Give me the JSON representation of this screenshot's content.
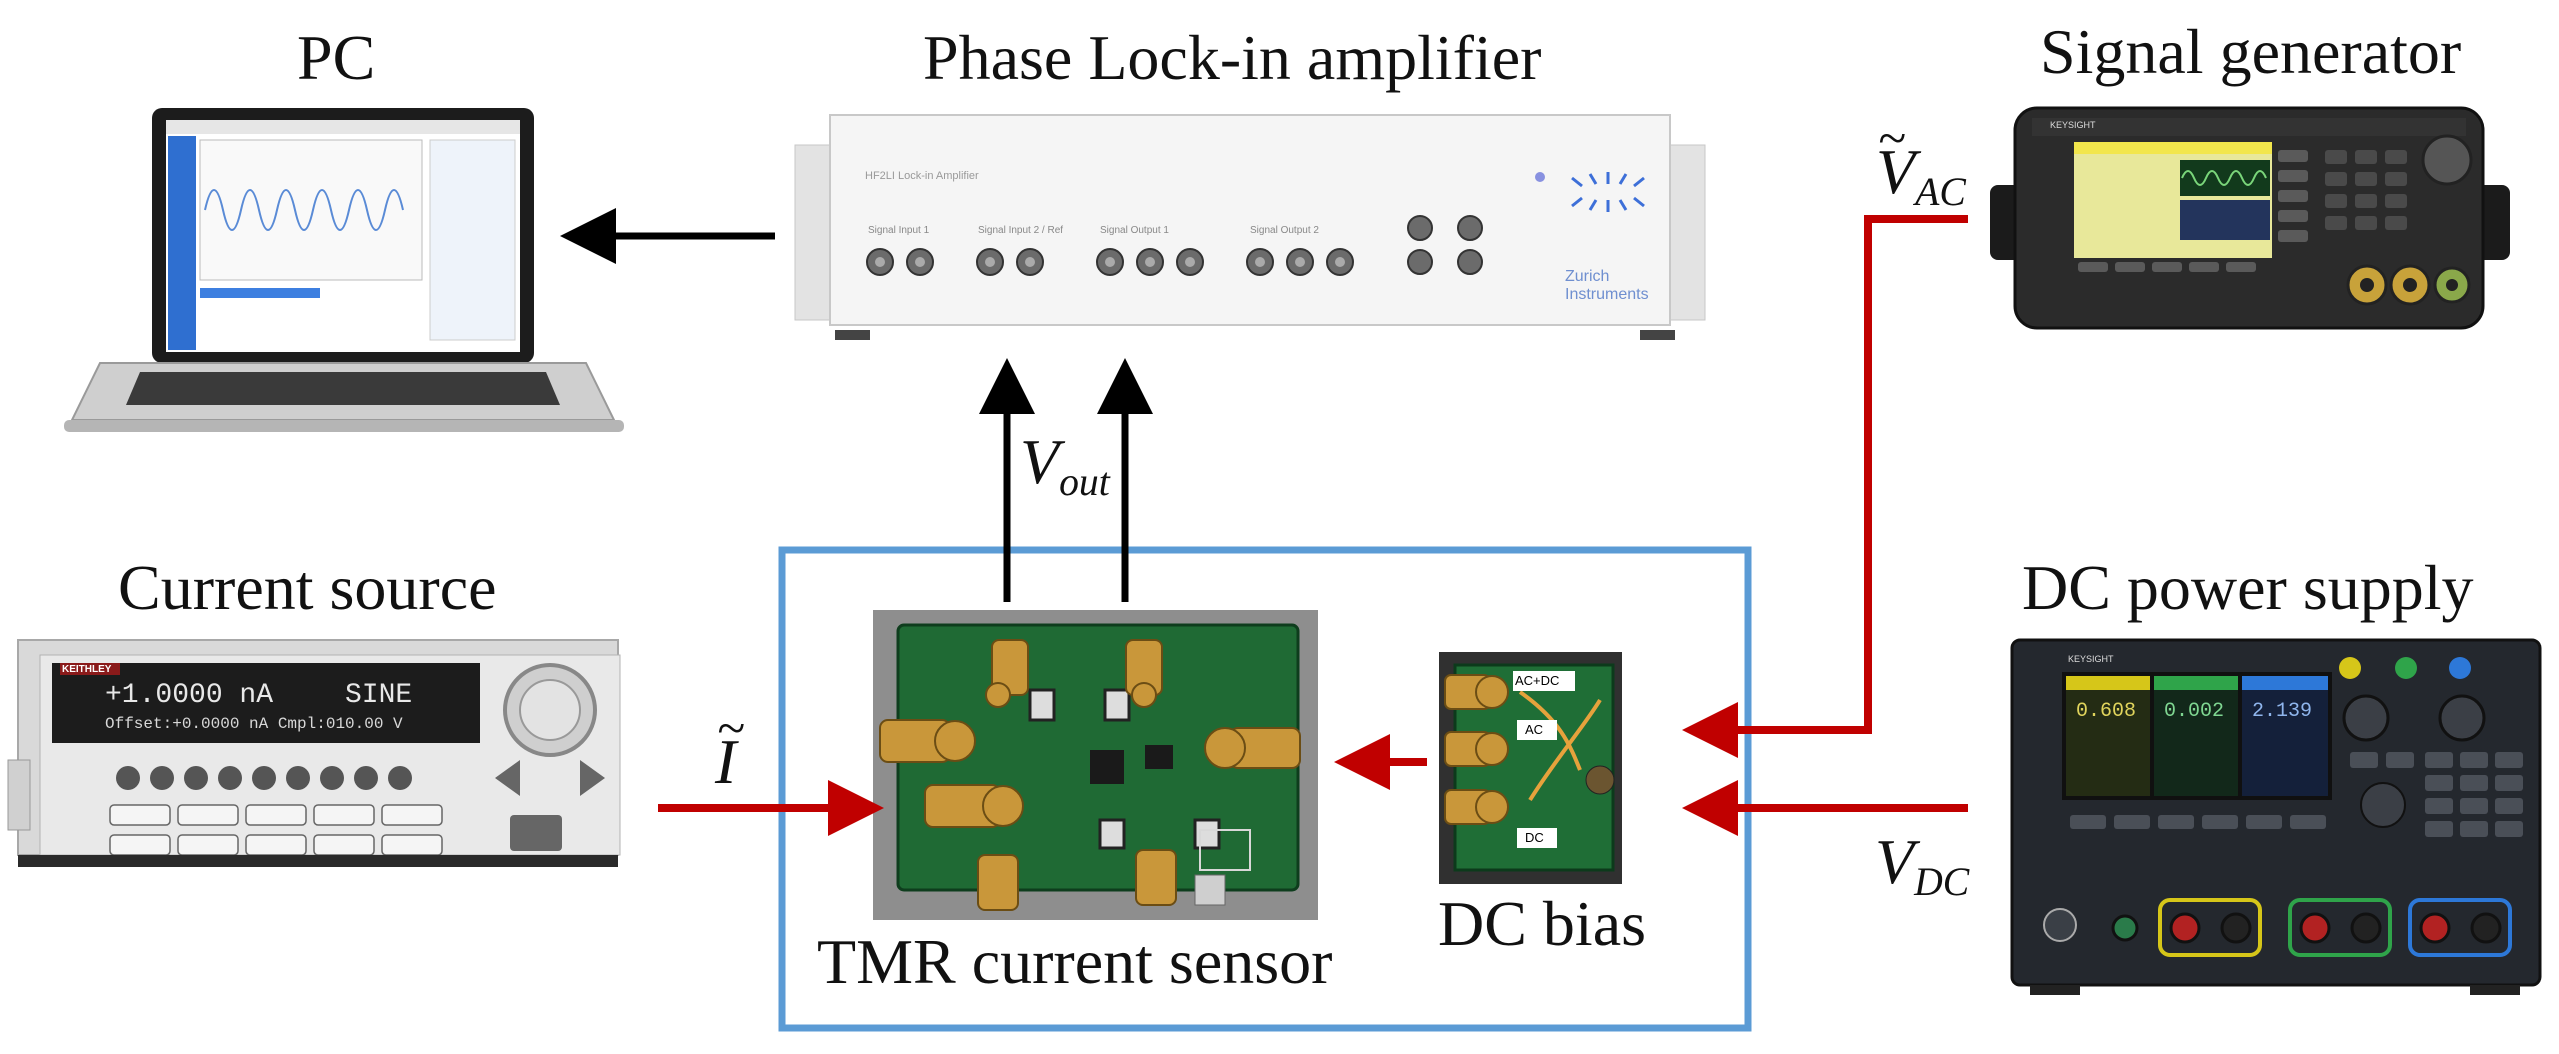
{
  "labels": {
    "pc": "PC",
    "lockin": "Phase Lock-in amplifier",
    "siggen": "Signal generator",
    "current_source": "Current source",
    "dc_supply": "DC power supply",
    "tmr": "TMR current sensor",
    "dc_bias": "DC bias"
  },
  "symbols": {
    "vout_base": "V",
    "vout_sub": "out",
    "vac_base": "V",
    "vac_sub": "AC",
    "vdc_base": "V",
    "vdc_sub": "DC",
    "i": "I"
  },
  "devices": {
    "lockin_name": "HF2LI Lock-in Amplifier",
    "lockin_brand": "Zurich Instruments",
    "lockin_ports": [
      "Signal Input 1",
      "Signal Input 2 / Ref",
      "Signal Output 1",
      "Signal Output 2"
    ],
    "current_display_line1": "+1.0000 nA",
    "current_display_mode": "SINE",
    "current_display_line2": "Offset:+0.0000 nA  Cmpl:010.00 V",
    "current_brand": "KEITHLEY",
    "siggen_brand": "KEYSIGHT",
    "supply_brand": "KEYSIGHT",
    "supply_ch1": "0.608",
    "supply_ch2": "0.002",
    "supply_ch3": "2.139",
    "bias_labels": [
      "AC+DC",
      "AC",
      "DC"
    ]
  },
  "colors": {
    "arrow_black": "#000000",
    "arrow_red": "#c00000",
    "box_blue": "#5b9bd5"
  }
}
